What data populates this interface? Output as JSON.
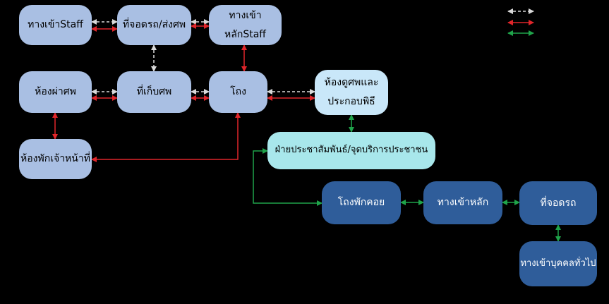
{
  "nodes": {
    "staff_entrance": "ทางเข้าStaff",
    "body_parking": "ที่จอดรถ/ส่งศพ",
    "staff_main_entrance": "ทางเข้าหลักStaff",
    "autopsy_room": "ห้องผ่าศพ",
    "body_storage": "ที่เก็บศพ",
    "hall": "โถง",
    "viewing_room_line1": "ห้องดูศพและ",
    "viewing_room_line2": "ประกอบพิธี",
    "staff_rest_room": "ห้องพักเจ้าหน้าที่",
    "public_relations": "ฝ่ายประชาสัมพันธ์/จุดบริการประชาชน",
    "waiting_hall": "โถงพักคอย",
    "main_entrance": "ทางเข้าหลัก",
    "parking": "ที่จอดรถ",
    "public_entrance": "ทางเข้าบุคคลทั่วไป"
  },
  "colors": {
    "arrow_white_dashed": "#d9d9d9",
    "arrow_red": "#e0252a",
    "arrow_green": "#1fa34a",
    "node_light_blue": "#a9bfe3",
    "node_pale_blue": "#c9e7f9",
    "node_cyan": "#a8e7eb",
    "node_dark_blue": "#2f5d9a"
  }
}
